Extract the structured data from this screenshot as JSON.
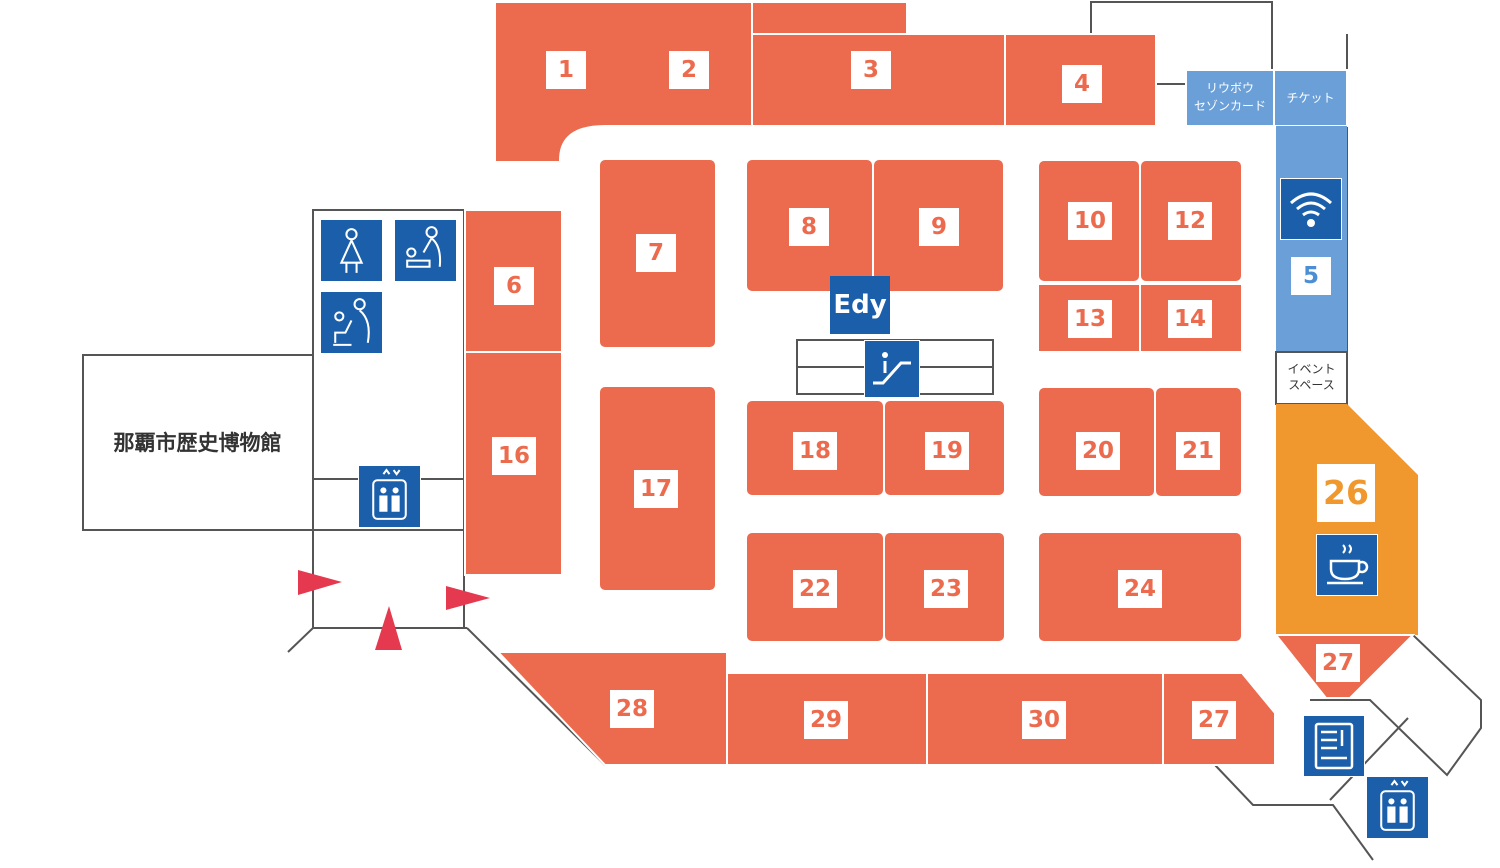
{
  "museum_name": "那覇市歴史博物館",
  "shops": {
    "s1": "1",
    "s2": "2",
    "s3": "3",
    "s4": "4",
    "s5": "5",
    "s6": "6",
    "s7": "7",
    "s8": "8",
    "s9": "9",
    "s10": "10",
    "s12": "12",
    "s13": "13",
    "s14": "14",
    "s16": "16",
    "s17": "17",
    "s18": "18",
    "s19": "19",
    "s20": "20",
    "s21": "21",
    "s22": "22",
    "s23": "23",
    "s24": "24",
    "s26": "26",
    "s27a": "27",
    "s27b": "27",
    "s28": "28",
    "s29": "29",
    "s30": "30"
  },
  "services": {
    "card_counter": "リウボウ\nセゾンカード",
    "ticket": "チケット",
    "event_space": "イベント\nスペース",
    "edy": "Edy"
  },
  "icons": [
    "female-restroom-icon",
    "baby-changing-icon",
    "accessible-restroom-icon",
    "elevator-icon",
    "escalator-icon",
    "wifi-icon",
    "cafe-icon",
    "vending-machine-icon",
    "entrance-arrow-icon"
  ],
  "colors": {
    "shop": "#ec6a4d",
    "service": "#1b5faa",
    "info": "#6a9fd8",
    "cafe": "#f0982d",
    "entrance": "#e5394f"
  }
}
